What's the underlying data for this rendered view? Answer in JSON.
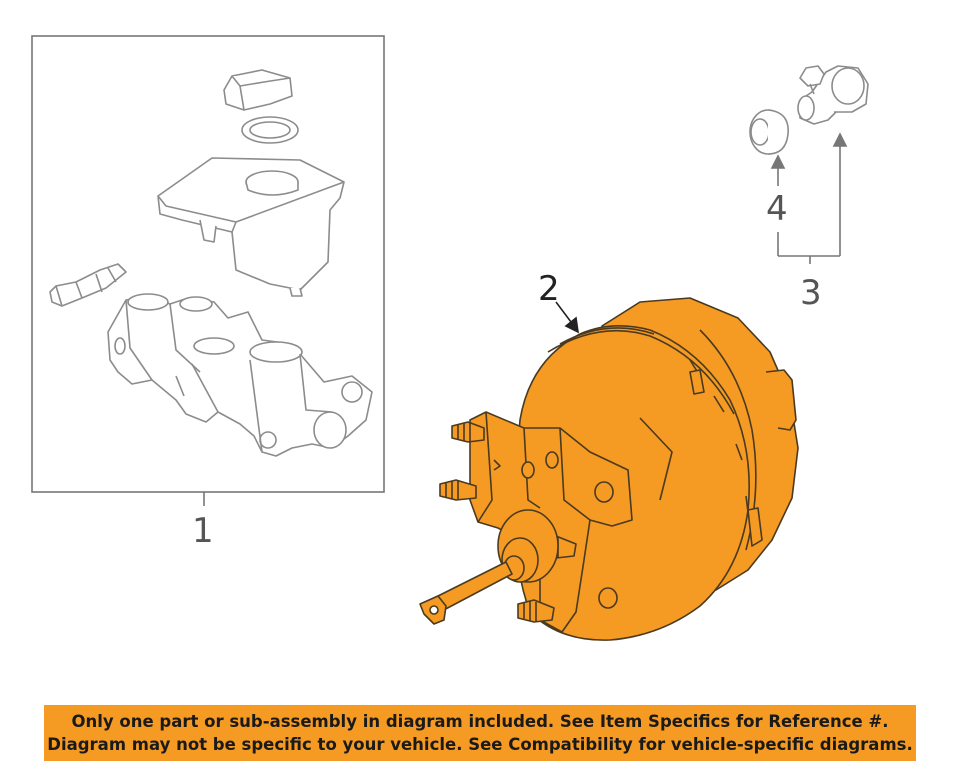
{
  "callouts": {
    "part1": "1",
    "part2": "2",
    "part3": "3",
    "part4": "4"
  },
  "banner": {
    "line1": "Only one part or sub-assembly in diagram included. See Item Specifics for Reference #.",
    "line2": "Diagram may not be specific to your vehicle. See Compatibility for vehicle-specific diagrams."
  },
  "colors": {
    "highlight": "#f59a23",
    "outline": "#8c8c8c",
    "booster_outline": "#4a3a20"
  }
}
